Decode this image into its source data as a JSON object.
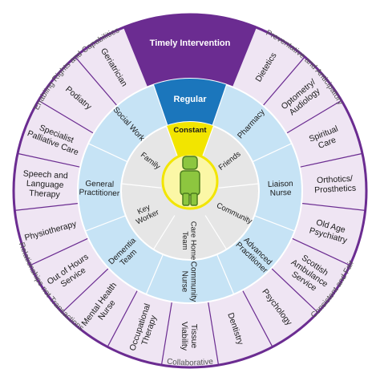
{
  "colors": {
    "purple": "#6b2c91",
    "purple_light": "#efe5f3",
    "blue": "#1b76bc",
    "blue_light": "#c6e3f5",
    "yellow": "#f2e500",
    "yellow_light": "#fbf7a6",
    "grey_light": "#e6e6e6",
    "green": "#8dc63f",
    "green_dark": "#4c7d1f"
  },
  "bands": {
    "timely": "Timely Intervention",
    "regular": "Regular",
    "constant": "Constant"
  },
  "ring_labels": {
    "enabling": "Enabling Rights and Capabilities",
    "preventative": "Preventative and Anticipatory",
    "relationships": "Relationships not Transactions",
    "consistent": "Consistent and Fair",
    "collaborative": "Collaborative"
  },
  "outer_items": [
    {
      "lines": [
        "Dietetics"
      ]
    },
    {
      "lines": [
        "Optometry/",
        "Audiology"
      ]
    },
    {
      "lines": [
        "Spiritual",
        "Care"
      ]
    },
    {
      "lines": [
        "Orthotics/",
        "Prosthetics"
      ]
    },
    {
      "lines": [
        "Old Age",
        "Psychiatry"
      ]
    },
    {
      "lines": [
        "Scottish",
        "Ambulance",
        "Service"
      ]
    },
    {
      "lines": [
        "Psychology"
      ]
    },
    {
      "lines": [
        "Dentistry"
      ]
    },
    {
      "lines": [
        "Tissue",
        "Viability"
      ]
    },
    {
      "lines": [
        "Occupational",
        "Therapy"
      ]
    },
    {
      "lines": [
        "Mental Health",
        "Nurse"
      ]
    },
    {
      "lines": [
        "Out of Hours",
        "Service"
      ]
    },
    {
      "lines": [
        "Physiotherapy"
      ]
    },
    {
      "lines": [
        "Speech and",
        "Language",
        "Therapy"
      ]
    },
    {
      "lines": [
        "Specialist",
        "Palliative Care"
      ]
    },
    {
      "lines": [
        "Podiatry"
      ]
    },
    {
      "lines": [
        "Geriatrician"
      ]
    }
  ],
  "middle_items": [
    {
      "lines": [
        "Pharmacy"
      ]
    },
    {
      "lines": [
        "Liaison",
        "Nurse"
      ]
    },
    {
      "lines": [
        "Advanced",
        "Practitioner"
      ]
    },
    {
      "lines": [
        "Community",
        "Nurse"
      ]
    },
    {
      "lines": [
        "Dementia",
        "Team"
      ]
    },
    {
      "lines": [
        "General",
        "Practitioner"
      ]
    },
    {
      "lines": [
        "Social Work"
      ]
    }
  ],
  "inner_items": [
    {
      "lines": [
        "Friends"
      ]
    },
    {
      "lines": [
        "Community"
      ]
    },
    {
      "lines": [
        "Care Home",
        "Team"
      ]
    },
    {
      "lines": [
        "Key",
        "Worker"
      ]
    },
    {
      "lines": [
        "Family"
      ]
    }
  ]
}
